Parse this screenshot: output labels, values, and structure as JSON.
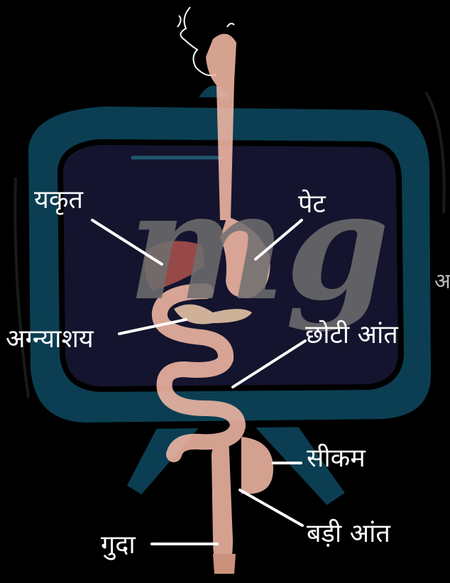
{
  "colors": {
    "background": "#000000",
    "tv_frame": "#0b3e52",
    "tv_screen": "#14142e",
    "organ": "#f2b8a4",
    "liver": "#a8514b",
    "watermark": "#6f6f6f",
    "label_text": "#ffffff",
    "leader_line": "#ffffff"
  },
  "watermark_text": "mg",
  "labels": {
    "liver": "यकृत",
    "stomach": "पेट",
    "pancreas": "अग्न्याशय",
    "small_intestine": "छोटी आंत",
    "cecum": "सीकम",
    "large_intestine": "बड़ी  आंत",
    "anus": "गुदा",
    "edge_glyph": "अ"
  }
}
